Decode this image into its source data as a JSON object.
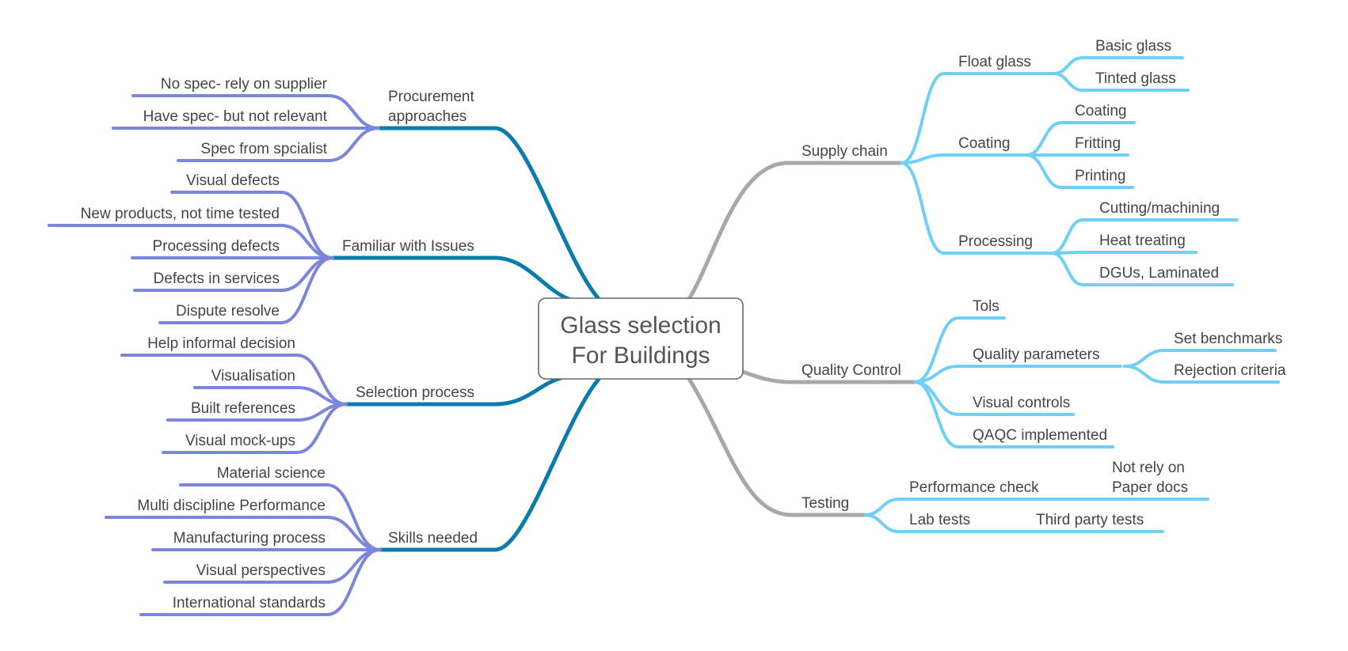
{
  "title": "Glass selection For Buildings",
  "root": {
    "lines": [
      "Glass selection",
      "For Buildings"
    ]
  },
  "colors": {
    "left_main": "#0A7BAD",
    "left_sub": "#7B86DB",
    "right_main": "#A8A8A8",
    "right_sub": "#6FCFF7",
    "text": "#444444",
    "root_border": "#666666"
  },
  "branches": {
    "procurement": {
      "label": [
        "Procurement",
        "approaches"
      ],
      "children": [
        "No spec- rely on supplier",
        "Have spec- but not relevant",
        "Spec from spcialist"
      ]
    },
    "familiar": {
      "label": [
        "Familiar with Issues"
      ],
      "children": [
        "Visual defects",
        "New products, not time tested",
        "Processing defects",
        "Defects in services",
        "Dispute resolve"
      ]
    },
    "selection": {
      "label": [
        "Selection process"
      ],
      "children": [
        "Help informal decision",
        "Visualisation",
        "Built references",
        "Visual mock-ups"
      ]
    },
    "skills": {
      "label": [
        "Skills needed"
      ],
      "children": [
        "Material science",
        "Multi discipline Performance",
        "Manufacturing process",
        "Visual perspectives",
        "International standards"
      ]
    },
    "supply": {
      "label": [
        "Supply chain"
      ],
      "children": [
        {
          "label": "Float glass",
          "children": [
            "Basic glass",
            "Tinted glass"
          ]
        },
        {
          "label": "Coating",
          "children": [
            "Coating",
            "Fritting",
            "Printing"
          ]
        },
        {
          "label": "Processing",
          "children": [
            "Cutting/machining",
            "Heat treating",
            "DGUs, Laminated"
          ]
        }
      ]
    },
    "quality": {
      "label": [
        "Quality Control"
      ],
      "children": [
        {
          "label": "Tols",
          "children": []
        },
        {
          "label": "Quality parameters",
          "children": [
            "Set benchmarks",
            "Rejection criteria"
          ]
        },
        {
          "label": "Visual controls",
          "children": []
        },
        {
          "label": "QAQC implemented",
          "children": []
        }
      ]
    },
    "testing": {
      "label": [
        "Testing"
      ],
      "children": [
        {
          "label": "Performance check",
          "children": [
            [
              "Not rely on",
              "Paper docs"
            ]
          ]
        },
        {
          "label": "Lab tests",
          "children": [
            [
              "Third party tests"
            ]
          ]
        }
      ]
    }
  }
}
